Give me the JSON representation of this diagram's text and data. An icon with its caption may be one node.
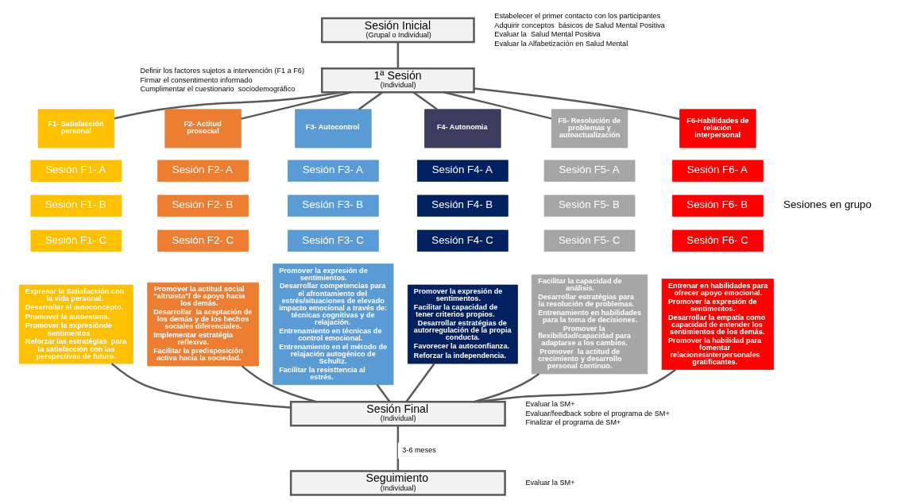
{
  "diagram": {
    "nodes": [
      {
        "text": [
          "Sesión Inicial",
          "(Grupal o Individual)"
        ],
        "beside": [
          "Estabelecer el primer contacto con los participantes",
          "Adquirir conceptos  básicos de Salud Mental Positiva",
          "Evaluar la  Salud Mental Positiva",
          "Evaluar la Alfabetización en Salud Mental"
        ]
      },
      {
        "text": [
          "1ª Sesión",
          "(Individual)"
        ],
        "beside": [
          "Definir los factores sujetos a intervención (F1 a F6)",
          "Firmar el consentimento informado",
          "Cumplimentar el cuestionario  sociodemográfico"
        ]
      },
      {
        "text": [
          "F1- Satisfacción personal"
        ]
      },
      {
        "text": [
          "F2- Actitud prosocial"
        ]
      },
      {
        "text": [
          "F3- Autocontrol"
        ]
      },
      {
        "text": [
          "F4- Autonomia"
        ]
      },
      {
        "text": [
          "F5- Resolución de problemas y autoactualización"
        ]
      },
      {
        "text": [
          "F6-Habilidades de relación interpersonal"
        ]
      },
      {
        "text": [
          "Sesión F1- A"
        ]
      },
      {
        "text": [
          "Sesión F2- A"
        ]
      },
      {
        "text": [
          "Sesión F3- A"
        ]
      },
      {
        "text": [
          "Sesión F4- A"
        ]
      },
      {
        "text": [
          "Sesión F5- A"
        ]
      },
      {
        "text": [
          "Sesión F6- A"
        ]
      },
      {
        "text": [
          "Sesión F1- B"
        ]
      },
      {
        "text": [
          "Sesión F2- B"
        ]
      },
      {
        "text": [
          "Sesión F3- B"
        ]
      },
      {
        "text": [
          "Sesión F4- B"
        ]
      },
      {
        "text": [
          "Sesión F5- B"
        ]
      },
      {
        "text": [
          "Sesión F6- B"
        ]
      },
      {
        "text": [
          "Sesión F1- C"
        ]
      },
      {
        "text": [
          "Sesión F2- C"
        ]
      },
      {
        "text": [
          "Sesión F3- C"
        ]
      },
      {
        "text": [
          "Sesión F4- C"
        ]
      },
      {
        "text": [
          "Sesión F5- C"
        ]
      },
      {
        "text": [
          "Sesión F6- C"
        ]
      },
      {
        "text": [
          "Expresar la Satisfacción con la vida personal.",
          "Desarrollar el autoconcepto.",
          "Promover la autoestima.",
          "Promover la expresiónde sentimentos",
          "Reforzar las estratégias  para la satisfacción con las perspectivas de futuro."
        ]
      },
      {
        "text": [
          "Promover la actitud social \"altruista\"/ de apoyo hacia los demás.",
          "Desarrollar  la aceptación de los demás y de los hechos sociales diferenciales.",
          "Implementar estratégia reflexiva.",
          "Facilitar la predisposición activa hacia la sociedad."
        ]
      },
      {
        "text": [
          "Promover la expresión de sentimientos.",
          "Desarrollar competencias para el afrontamiento del estrés/situaciones de elevado impacto emocional a través de: técnicas cognitivas y de relajación.",
          "Entrenamiento en técnicas de control emocional.",
          "Entrenamiento en el método de relajación autogénico de Schultz.",
          "Facilitar la resisttencia al estrés."
        ]
      },
      {
        "text": [
          "Promover la expresión de sentimentos.",
          "Facilitar la capacidad de tener criterios propios.",
          "Desarrollar estratégias de autorregulación de la propia conducta.",
          "Favorecer la autoconfianza.",
          "Reforzar la independencia."
        ]
      },
      {
        "text": [
          "Facilitar la capacidad de análisis.",
          "Desarrollar estratégias para la resolución de problemas.",
          "Entrenamiento en habilidades para la toma de decisiones.",
          "Promover la flexibilidad/capacidad para adaptarse a los cambios.",
          "Promover  la actitud de crecimiento y desarrollo personal continuo."
        ]
      },
      {
        "text": [
          "Entrenar en habilidades para ofrecer apoyo emocional.",
          "Promover la expresión de sentimentos.",
          "Desarrollar la empatía como capacidad de entender los sentimientos de los demás.",
          "Promover la habilidad para fomentar relacionesinterpersonales gratificantes."
        ]
      },
      {
        "text": [
          "Sesión Final",
          "(Individual)"
        ],
        "beside": [
          "Evaluar la SM+",
          "Evaluar/feedback sobre el programa de SM+",
          "Finalizar el programa de SM+"
        ]
      },
      {
        "text": [
          "Seguimiento",
          "(Individual)"
        ],
        "beside": [
          "Evaluar la SM+"
        ]
      }
    ],
    "edges": [
      {
        "from": 0,
        "to": 1,
        "arrow": "none"
      },
      {
        "from": 1,
        "to": 2,
        "arrow": "none"
      },
      {
        "from": 1,
        "to": 3,
        "arrow": "none"
      },
      {
        "from": 1,
        "to": 4,
        "arrow": "none"
      },
      {
        "from": 1,
        "to": 5,
        "arrow": "none"
      },
      {
        "from": 1,
        "to": 6,
        "arrow": "none"
      },
      {
        "from": 1,
        "to": 7,
        "arrow": "none"
      },
      {
        "from": 26,
        "to": 32,
        "arrow": "none"
      },
      {
        "from": 27,
        "to": 32,
        "arrow": "none"
      },
      {
        "from": 28,
        "to": 32,
        "arrow": "none"
      },
      {
        "from": 29,
        "to": 32,
        "arrow": "none"
      },
      {
        "from": 30,
        "to": 32,
        "arrow": "none"
      },
      {
        "from": 31,
        "to": 32,
        "arrow": "none"
      },
      {
        "from": 32,
        "to": 33,
        "label": "3-6 meses",
        "arrow": "none"
      }
    ],
    "labels": [
      "Sesiones en grupo"
    ]
  }
}
